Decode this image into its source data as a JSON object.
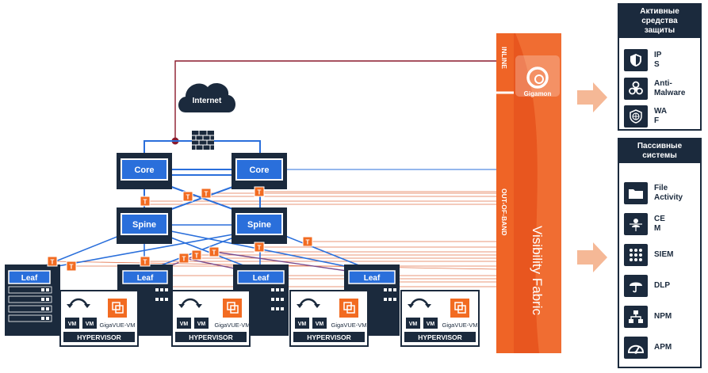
{
  "internet_label": "Internet",
  "core_label": "Core",
  "spine_label": "Spine",
  "leaf_label": "Leaf",
  "tap_label": "T",
  "vm_label": "VM",
  "gigavue_label": "GigaVUE-VM",
  "hypervisor_label": "HYPERVISOR",
  "inline_label": "INLINE",
  "oob_label": "OUT-OF-BAND",
  "brand_label": "Gigamon",
  "fabric_label": "Visibility Fabric",
  "active": {
    "title": "Активные\nсредства\nзащиты",
    "items": [
      {
        "label": "IP\nS",
        "icon": "shield-icon"
      },
      {
        "label": "Anti-\nMalware",
        "icon": "biohazard-icon"
      },
      {
        "label": "WA\nF",
        "icon": "globe-shield-icon"
      }
    ]
  },
  "passive": {
    "title": "Пассивные\nсистемы",
    "items": [
      {
        "label": "File\nActivity",
        "icon": "folder-icon"
      },
      {
        "label": "CE\nM",
        "icon": "network-user-icon"
      },
      {
        "label": "SIEM",
        "icon": "grid-nodes-icon"
      },
      {
        "label": "DLP",
        "icon": "umbrella-icon"
      },
      {
        "label": "NPM",
        "icon": "network-nodes-icon"
      },
      {
        "label": "APM",
        "icon": "gauge-icon"
      }
    ]
  },
  "colors": {
    "navy": "#1b2a3d",
    "blue": "#2a6fdb",
    "orange": "#f26b21",
    "peach": "#f5b896",
    "darkred": "#8b1a2b",
    "purple": "#7a4b8c"
  }
}
